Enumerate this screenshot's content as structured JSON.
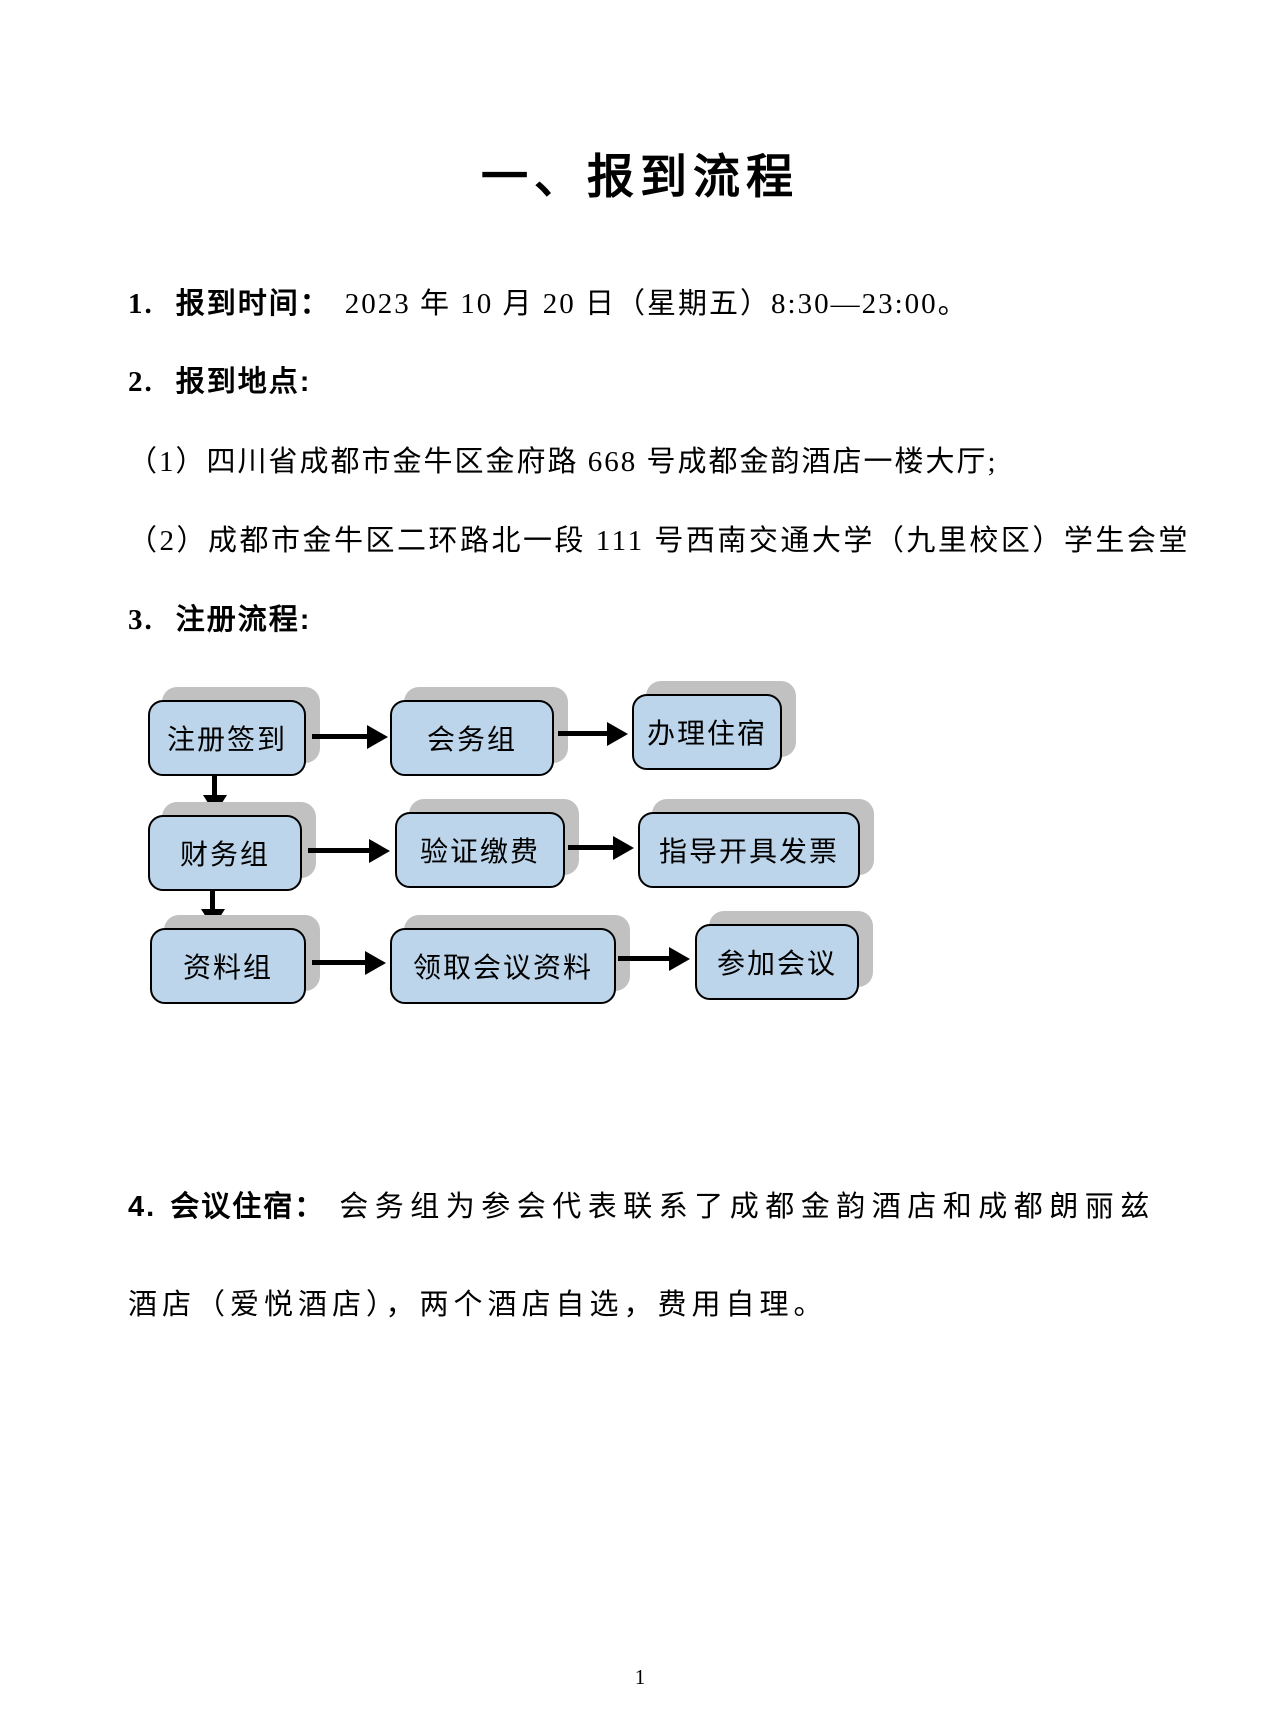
{
  "page": {
    "title": "一、报到流程",
    "page_number": "1"
  },
  "items": {
    "item1": {
      "num": "1.",
      "label": "报到时间：",
      "text": "2023 年 10 月 20 日（星期五）8:30—23:00。"
    },
    "item2": {
      "num": "2.",
      "label": "报到地点:"
    },
    "loc1": "（1）四川省成都市金牛区金府路 668 号成都金韵酒店一楼大厅;",
    "loc2": "（2）成都市金牛区二环路北一段 111 号西南交通大学（九里校区）学生会堂",
    "item3": {
      "num": "3.",
      "label": "注册流程:"
    },
    "item4": {
      "num": "4.",
      "label": "会议住宿：",
      "lines": [
        "会务组为参会代表联系了成都金韵酒店和成都朗丽兹",
        "酒店（爱悦酒店），两个酒店自选，费用自理。"
      ]
    }
  },
  "flowchart": {
    "nodes": {
      "r1c1": "注册签到",
      "r1c2": "会务组",
      "r1c3": "办理住宿",
      "r2c1": "财务组",
      "r2c2": "验证缴费",
      "r2c3": "指导开具发票",
      "r3c1": "资料组",
      "r3c2": "领取会议资料",
      "r3c3": "参加会议"
    },
    "colors": {
      "node_fill": "#bdd5ea",
      "node_border": "#000000",
      "node_shadow": "#c1c1c1"
    }
  }
}
